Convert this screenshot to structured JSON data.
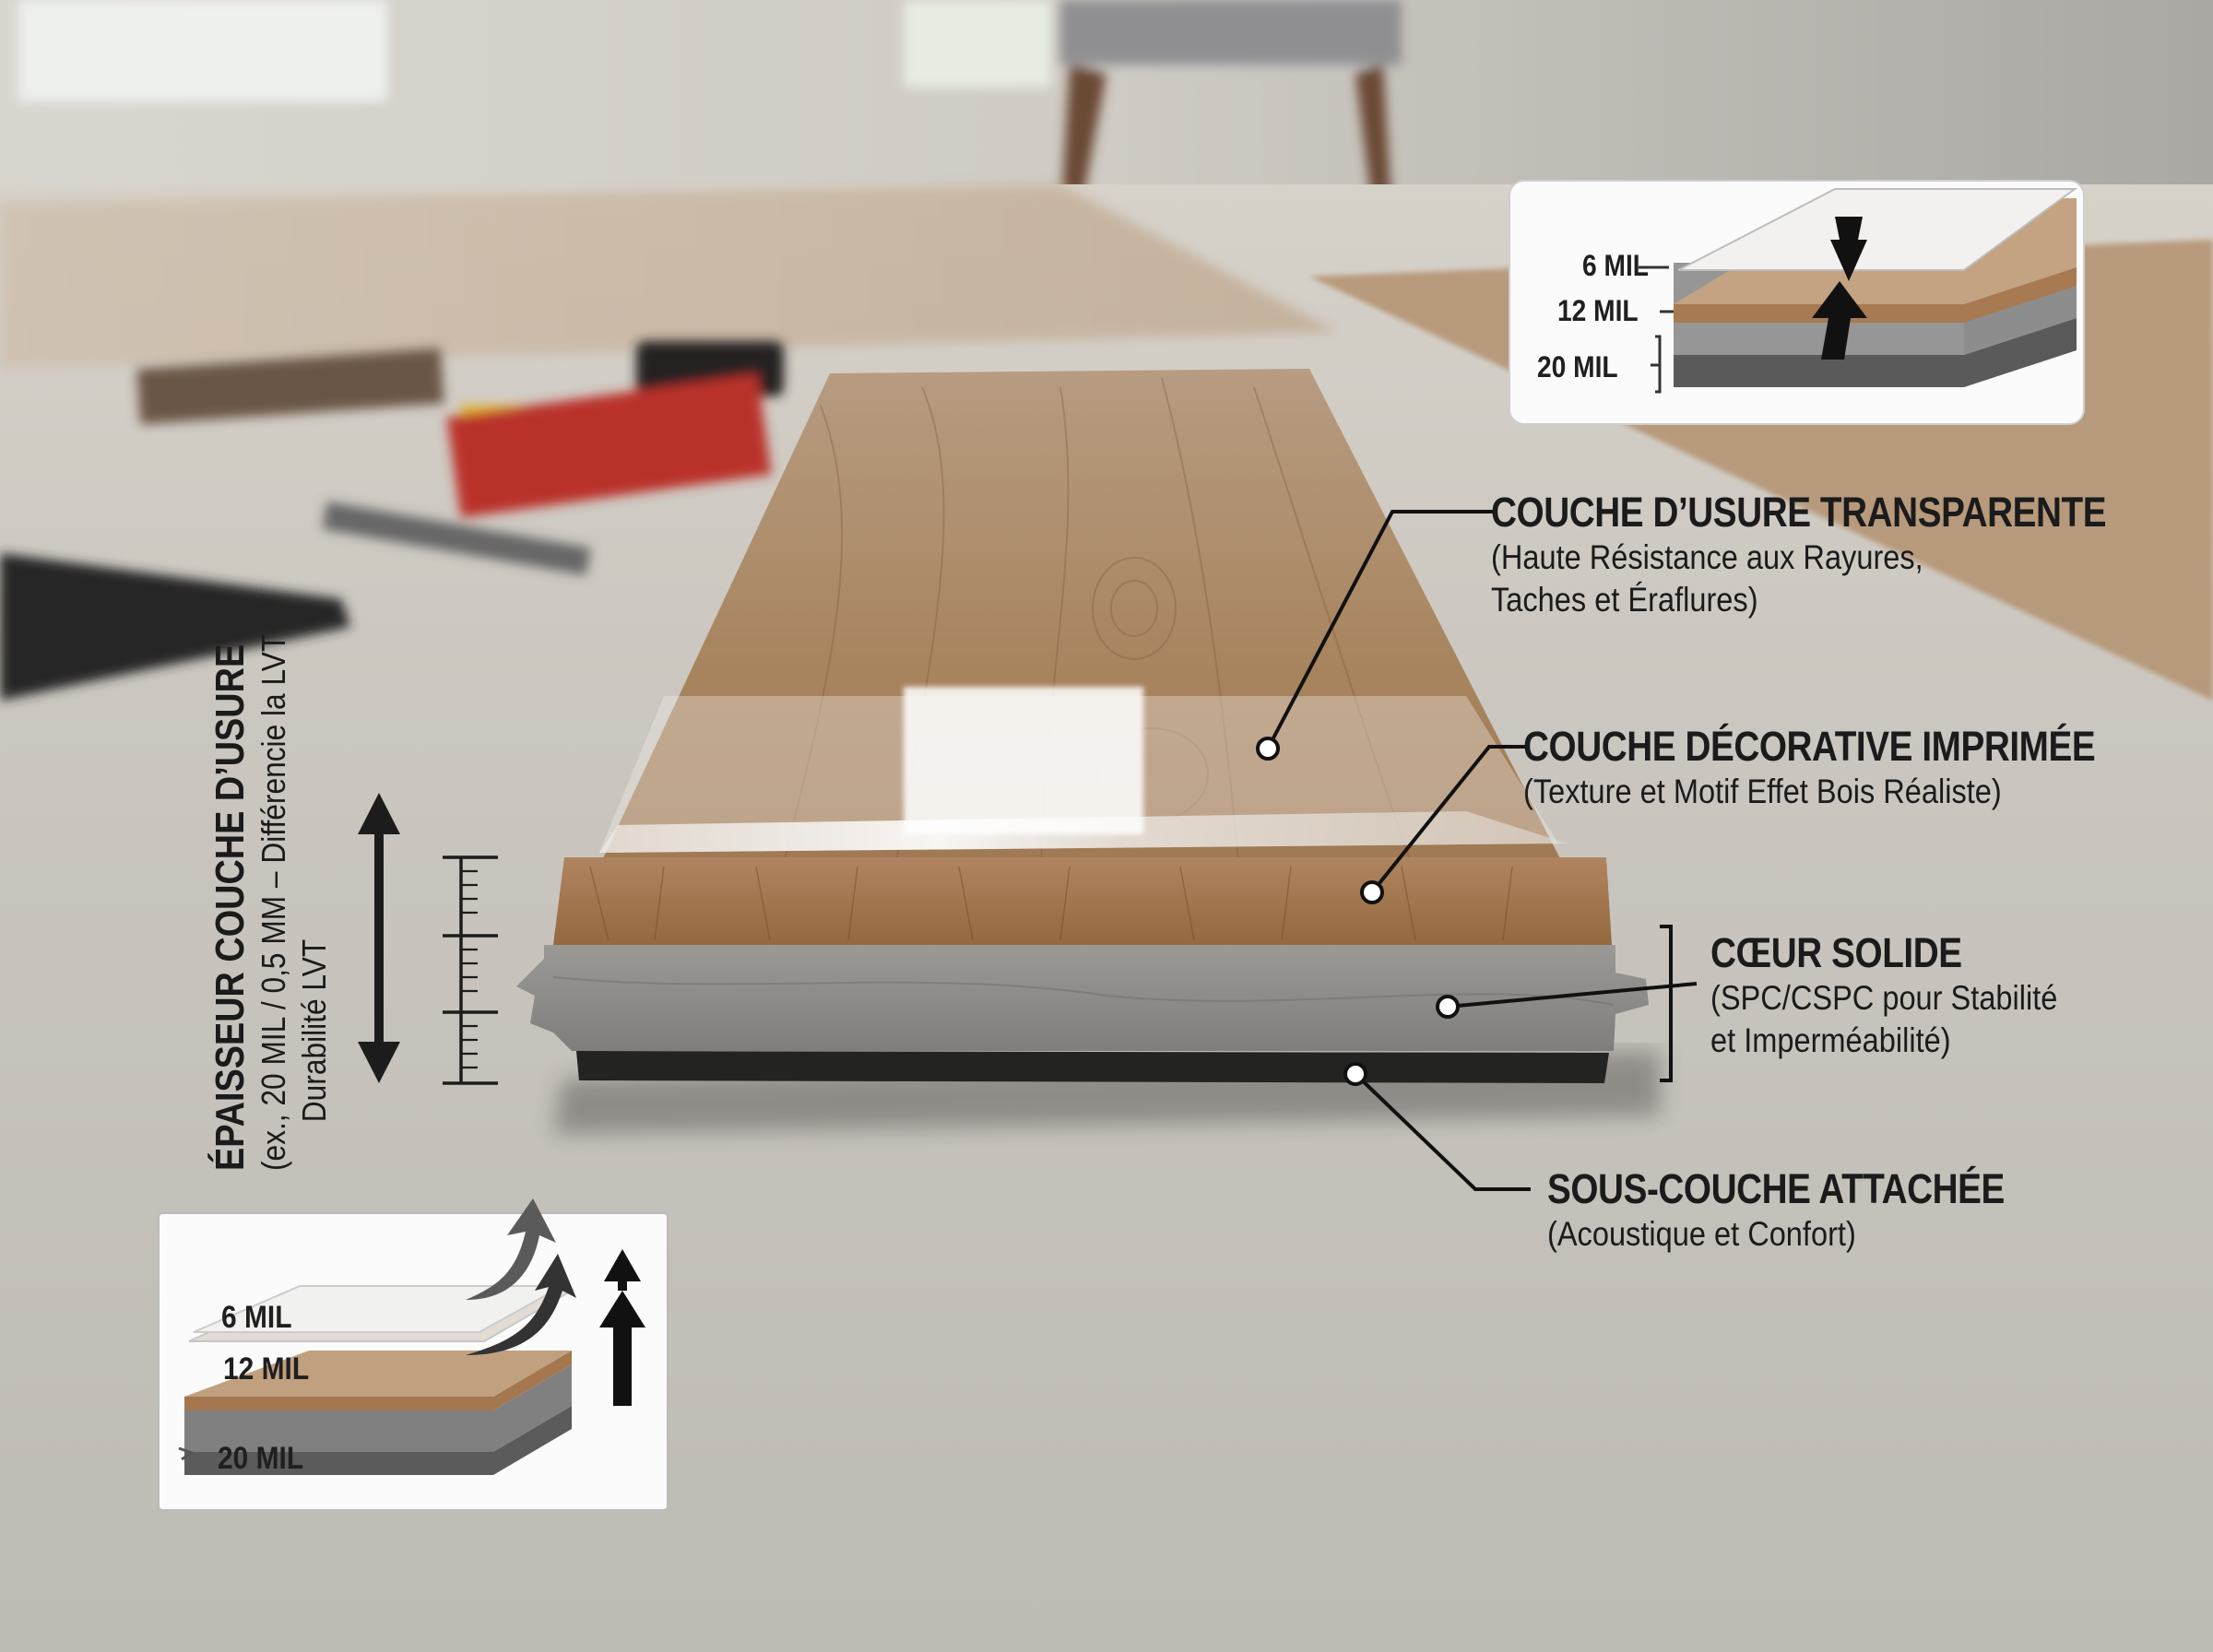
{
  "callouts": {
    "wear_layer": {
      "title": "COUCHE D’USURE TRANSPARENTE",
      "line1": "(Haute Résistance aux Rayures,",
      "line2": "Taches et Éraflures)"
    },
    "decor_layer": {
      "title": "COUCHE DÉCORATIVE IMPRIMÉE",
      "line1": "(Texture et Motif Effet Bois Réaliste)"
    },
    "core_layer": {
      "title": "CŒUR SOLIDE",
      "line1": "(SPC/CSPC pour Stabilité",
      "line2": "et Imperméabilité)"
    },
    "underlay_layer": {
      "title": "SOUS-COUCHE ATTACHÉE",
      "line1": "(Acoustique et Confort)"
    }
  },
  "thickness_label": {
    "title": "ÉPAISSEUR COUCHE D’USURE",
    "line1": "(ex., 20 MIL / 0,5 MM – Différencie la LVT",
    "line2": "Durabilité LVT"
  },
  "inset_top_right": {
    "labels": [
      "6 MIL",
      "12 MIL",
      "20 MIL"
    ]
  },
  "inset_bottom_left": {
    "labels": [
      "6 MIL",
      "12 MIL",
      "20 MIL"
    ]
  },
  "colors": {
    "text": "#1b1b1b",
    "wood": "#a67a55",
    "core": "#8e8d8a",
    "underlay": "#252525",
    "wear_film": "#eeeeee"
  }
}
